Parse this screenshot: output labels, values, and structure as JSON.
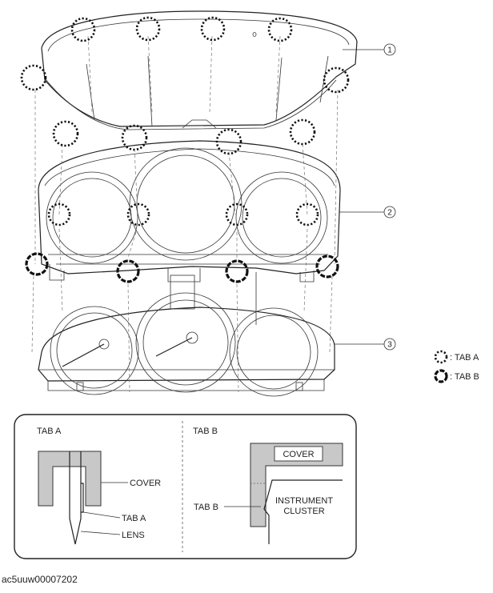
{
  "callouts": {
    "one": "1",
    "two": "2",
    "three": "3"
  },
  "legend": {
    "tab_a": ": TAB A",
    "tab_b": ": TAB B"
  },
  "detail": {
    "left": {
      "title": "TAB A",
      "cover": "COVER",
      "tab": "TAB A",
      "lens": "LENS"
    },
    "right": {
      "title": "TAB B",
      "cover": "COVER",
      "tab": "TAB B",
      "cluster_line1": "INSTRUMENT",
      "cluster_line2": "CLUSTER"
    }
  },
  "figure_code": "ac5uuw00007202"
}
